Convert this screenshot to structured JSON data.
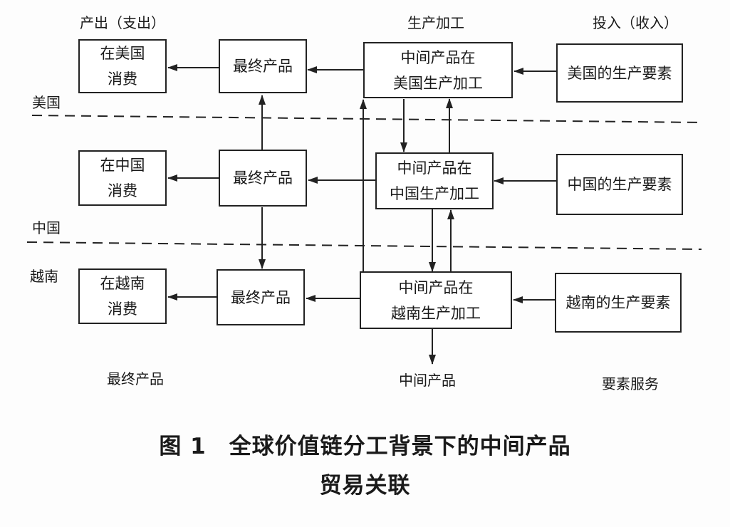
{
  "column_headers": {
    "output": "产出（支出）",
    "processing": "生产加工",
    "input": "投入（收入）"
  },
  "regions": {
    "usa": "美国",
    "china": "中国",
    "vietnam": "越南"
  },
  "boxes": {
    "consume_usa": [
      "在美国",
      "消费"
    ],
    "consume_china": [
      "在中国",
      "消费"
    ],
    "consume_vietnam": [
      "在越南",
      "消费"
    ],
    "final_usa": [
      "最终产品"
    ],
    "final_china": [
      "最终产品"
    ],
    "final_vietnam": [
      "最终产品"
    ],
    "inter_usa": [
      "中间产品在",
      "美国生产加工"
    ],
    "inter_china": [
      "中间产品在",
      "中国生产加工"
    ],
    "inter_vietnam": [
      "中间产品在",
      "越南生产加工"
    ],
    "factor_usa": [
      "美国的生产要素"
    ],
    "factor_china": [
      "中国的生产要素"
    ],
    "factor_vietnam": [
      "越南的生产要素"
    ]
  },
  "footer_labels": {
    "final_products": "最终产品",
    "intermediate_products": "中间产品",
    "factor_services": "要素服务"
  },
  "caption": {
    "line1": "图 1　全球价值链分工背景下的中间产品",
    "line2": "贸易关联"
  }
}
